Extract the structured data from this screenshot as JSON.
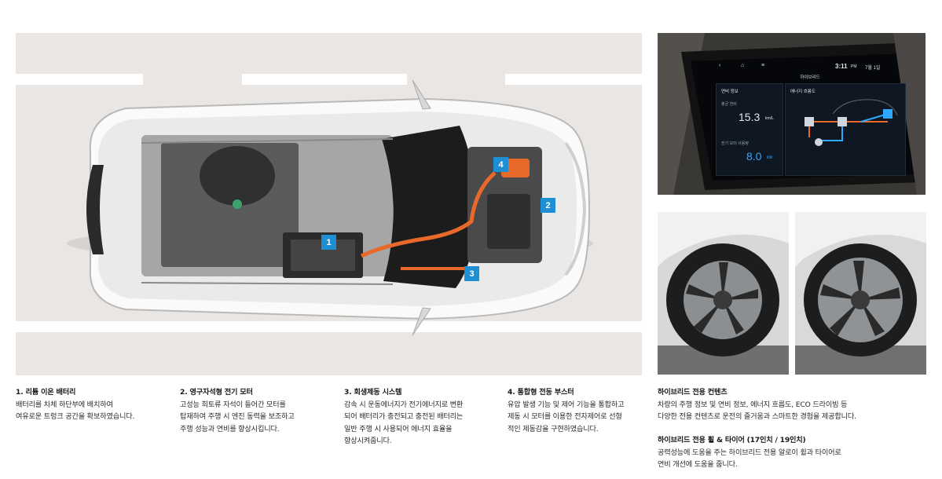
{
  "callouts": [
    "1",
    "2",
    "3",
    "4"
  ],
  "features": [
    {
      "title": "1. 리튬 이온 배터리",
      "lines": [
        "배터리를 차체 하단부에 배치하여",
        "여유로운 트렁크 공간을 확보하였습니다."
      ]
    },
    {
      "title": "2. 영구자석형 전기 모터",
      "lines": [
        "고성능 희토류 자석이 들어간 모터를",
        "탑재하여 주행 시 엔진 동력을 보조하고",
        "주행 성능과 연비를 향상시킵니다."
      ]
    },
    {
      "title": "3. 회생제동 시스템",
      "lines": [
        "감속 시 운동에너지가 전기에너지로 변환",
        "되어 배터리가 충전되고 충전된 배터리는",
        "일반 주행 시 사용되어 에너지 효율을",
        "향상시켜줍니다."
      ]
    },
    {
      "title": "4. 통합형 전동 부스터",
      "lines": [
        "유압 발생 기능 및 제어 기능을 통합하고",
        "제동 시 모터를 이용한 전자제어로 선형",
        "적인 제동감을 구현하였습니다."
      ]
    }
  ],
  "contents": {
    "title": "하이브리드 전용 컨텐츠",
    "lines": [
      "차량의 주행 정보 및 연비 정보, 에너지 흐름도, ECO 드라이빙 등",
      "다양한 전용 컨텐츠로 운전의 즐거움과 스마트한 경험을 제공합니다."
    ]
  },
  "wheels": {
    "title": "하이브리드 전용 휠 & 타이어 (17인치 / 19인치)",
    "lines": [
      "공력성능에 도움을 주는 하이브리드 전용 알로이 휠과 타이어로",
      "연비 개선에 도움을 줍니다."
    ]
  },
  "screen": {
    "time": "3:11",
    "ampm": "PM",
    "date": "7월 1일",
    "section_title": "하이브리드",
    "left_header": "연비 정보",
    "energy_header": "에너지 흐름도",
    "fuel_label": "평균 연비",
    "fuel_value": "15.3",
    "fuel_unit": "km/L",
    "power_label": "전기 모터 사용량",
    "power_value": "8.0",
    "power_unit": "kW"
  },
  "colors": {
    "accent_blue": "#1e8fd3",
    "motor_orange": "#e8692a",
    "screen_cyan": "#2fa8ff",
    "background_panel": "#e9e6e3"
  }
}
